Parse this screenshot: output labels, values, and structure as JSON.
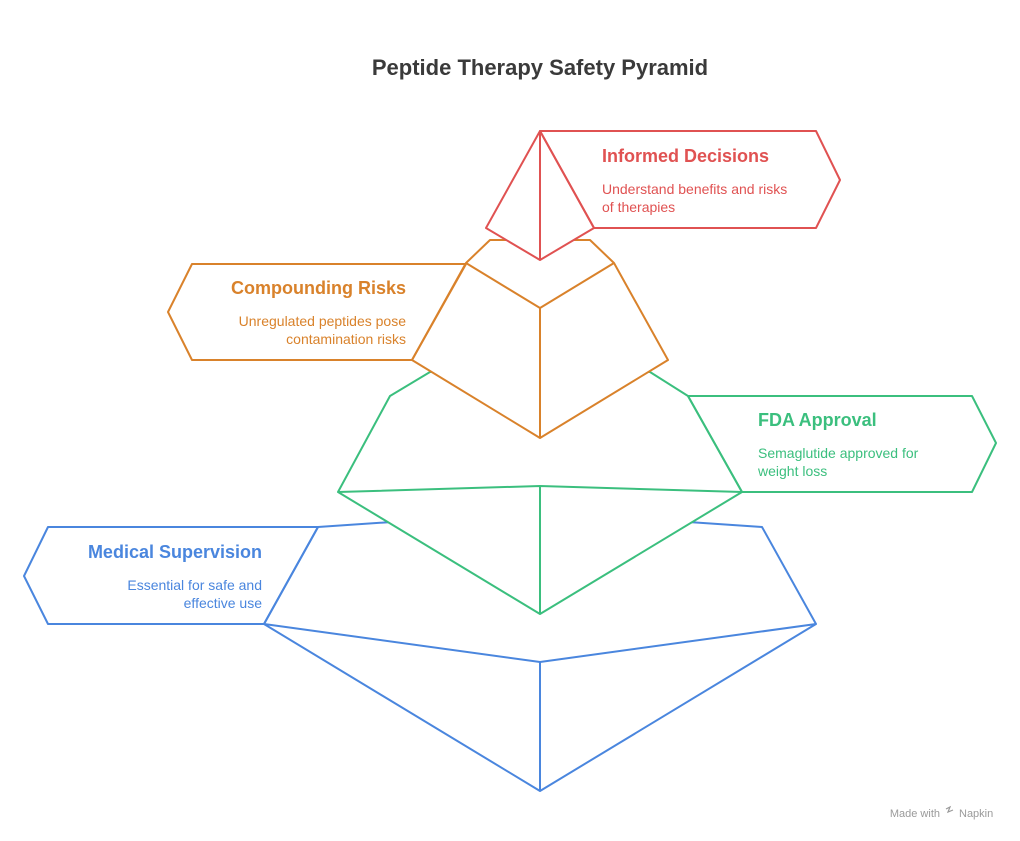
{
  "title": "Peptide Therapy Safety Pyramid",
  "colors": {
    "red": "#e05252",
    "orange": "#d9822b",
    "green": "#3bbf7e",
    "blue": "#4a86de"
  },
  "levels": [
    {
      "title": "Informed Decisions",
      "desc_line1": "Understand benefits and risks",
      "desc_line2": "of therapies",
      "color": "#e05252"
    },
    {
      "title": "Compounding Risks",
      "desc_line1": "Unregulated peptides pose",
      "desc_line2": "contamination risks",
      "color": "#d9822b"
    },
    {
      "title": "FDA Approval",
      "desc_line1": "Semaglutide approved for",
      "desc_line2": "weight loss",
      "color": "#3bbf7e"
    },
    {
      "title": "Medical Supervision",
      "desc_line1": "Essential for safe and",
      "desc_line2": "effective use",
      "color": "#4a86de"
    }
  ],
  "footer": {
    "made_with": "Made with",
    "brand": "Napkin"
  }
}
